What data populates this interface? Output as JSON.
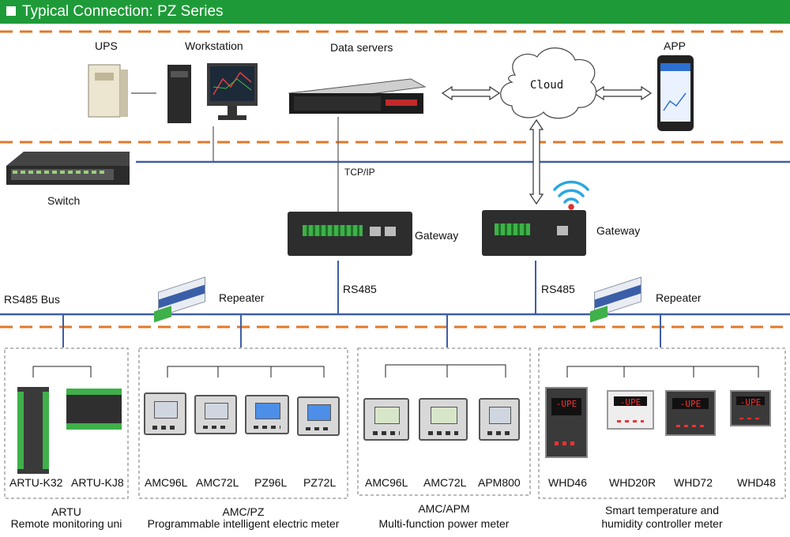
{
  "header": {
    "title": "Typical Connection: PZ Series"
  },
  "top": {
    "ups": "UPS",
    "workstation": "Workstation",
    "data_servers": "Data servers",
    "cloud": "Cloud",
    "app": "APP",
    "switch": "Switch",
    "tcpip": "TCP/IP"
  },
  "middle": {
    "gateway_left": "Gateway",
    "gateway_right": "Gateway",
    "rs485_bus": "RS485 Bus",
    "repeater_left": "Repeater",
    "repeater_right": "Repeater",
    "rs485_left": "RS485",
    "rs485_right": "RS485"
  },
  "groups": [
    {
      "devices": [
        "ARTU-K32",
        "ARTU-KJ8"
      ],
      "caption1": "ARTU",
      "caption2": "Remote monitoring uni"
    },
    {
      "devices": [
        "AMC96L",
        "AMC72L",
        "PZ96L",
        "PZ72L"
      ],
      "caption1": "AMC/PZ",
      "caption2": "Programmable intelligent electric meter"
    },
    {
      "devices": [
        "AMC96L",
        "AMC72L",
        "APM800"
      ],
      "caption1": "AMC/APM",
      "caption2": "Multi-function power meter"
    },
    {
      "devices": [
        "WHD46",
        "WHD20R",
        "WHD72",
        "WHD48"
      ],
      "caption1": "Smart temperature and",
      "caption2": "humidity controller meter"
    }
  ],
  "displays": {
    "whd": "-UPE"
  },
  "colors": {
    "header": "#1e9b38",
    "bus_line": "#3e5ea6",
    "dash_line": "#e0782a"
  }
}
